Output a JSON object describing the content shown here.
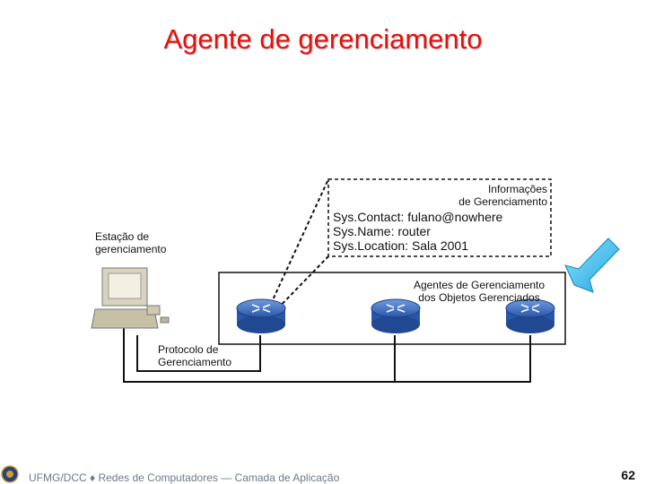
{
  "slide": {
    "title": "Agente de gerenciamento",
    "station_label": [
      "Estação de",
      "gerenciamento"
    ],
    "info": {
      "title": [
        "Informações",
        "de Gerenciamento"
      ],
      "entries": [
        "Sys.Contact: fulano@nowhere",
        "Sys.Name: router",
        "Sys.Location: Sala 2001"
      ]
    },
    "agents_label": [
      "Agentes de Gerenciamento",
      "dos Objetos Gerenciados"
    ],
    "protocol_label": [
      "Protocolo de",
      "Gerenciamento"
    ]
  },
  "footer": {
    "text": "UFMG/DCC ♦ Redes de Computadores — Camada de Aplicação",
    "page_number": "62"
  },
  "icons": [
    "computer-terminal-icon",
    "router-icon",
    "arrow-icon",
    "university-seal-icon"
  ],
  "colors": {
    "title": "#e8100c",
    "router": "#2f5fb3",
    "arrow": "#29b7e8",
    "footer": "#6a7a8c"
  }
}
